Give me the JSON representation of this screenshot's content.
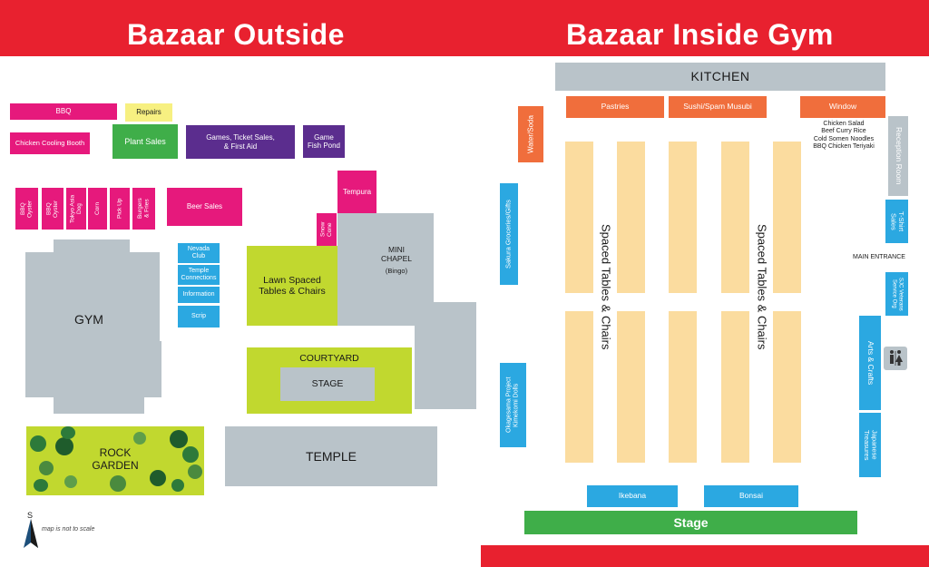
{
  "titles": {
    "outside": "Bazaar Outside",
    "inside": "Bazaar Inside Gym"
  },
  "colors": {
    "header_red": "#e8212f",
    "building_gray": "#b9c3c9",
    "food_pink": "#e6197c",
    "info_blue": "#2ba8e1",
    "kitchen_orange": "#f06e3c",
    "games_purple": "#5b2d8e",
    "stage_green": "#3fae49",
    "lawn_lime": "#c1d82f",
    "repairs_yellow": "#f7f081",
    "tables_tan": "#fbdc9f"
  },
  "outside": {
    "bbq": "BBQ",
    "repairs": "Repairs",
    "chicken_cooling": "Chicken Cooling Booth",
    "plant_sales": "Plant Sales",
    "games": "Games, Ticket Sales,\n& First Aid",
    "game_fish_pond": "Game\nFish Pond",
    "tempura": "Tempura",
    "snow_cone": "Snow\nCone",
    "food_stalls": [
      "BBQ\nOyster",
      "BBQ\nOyster",
      "Tokyo Asia\nDog",
      "Corn",
      "Pick Up",
      "Burgers\n& Fries"
    ],
    "beer_sales": "Beer Sales",
    "info_booths": [
      "Nevada\nClub",
      "Temple\nConnections",
      "Information",
      "Scrip"
    ],
    "gym": "GYM",
    "lawn": "Lawn Spaced\nTables & Chairs",
    "mini_chapel": "MINI\nCHAPEL",
    "bingo": "(Bingo)",
    "courtyard": "COURTYARD",
    "stage": "STAGE",
    "rock_garden": "ROCK\nGARDEN",
    "temple": "TEMPLE",
    "compass": "S",
    "not_to_scale": "map is not to scale"
  },
  "inside": {
    "kitchen": "KITCHEN",
    "pastries": "Pastries",
    "sushi": "Sushi/Spam Musubi",
    "window": "Window",
    "window_menu": "Chicken Salad\nBeef Curry Rice\nCold Somen Noodles\nBBQ Chicken Teriyaki",
    "water_soda": "Water/Soda",
    "sakura": "Sakura Groceries/Gifts",
    "okagesama": "Okagesama Project\nKimekomi Dolls",
    "spaced_tables": "Spaced Tables & Chairs",
    "reception": "Reception Room",
    "tshirt": "T-Shirt\nSales",
    "main_entrance": "MAIN ENTRANCE",
    "sjc_veterans": "SJC Veterans\nService Org",
    "arts_crafts": "Arts & Crafts",
    "restroom_icon": "restroom-icon",
    "japanese_treasures": "Japanese\nTreasures",
    "ikebana": "Ikebana",
    "bonsai": "Bonsai",
    "stage": "Stage"
  }
}
